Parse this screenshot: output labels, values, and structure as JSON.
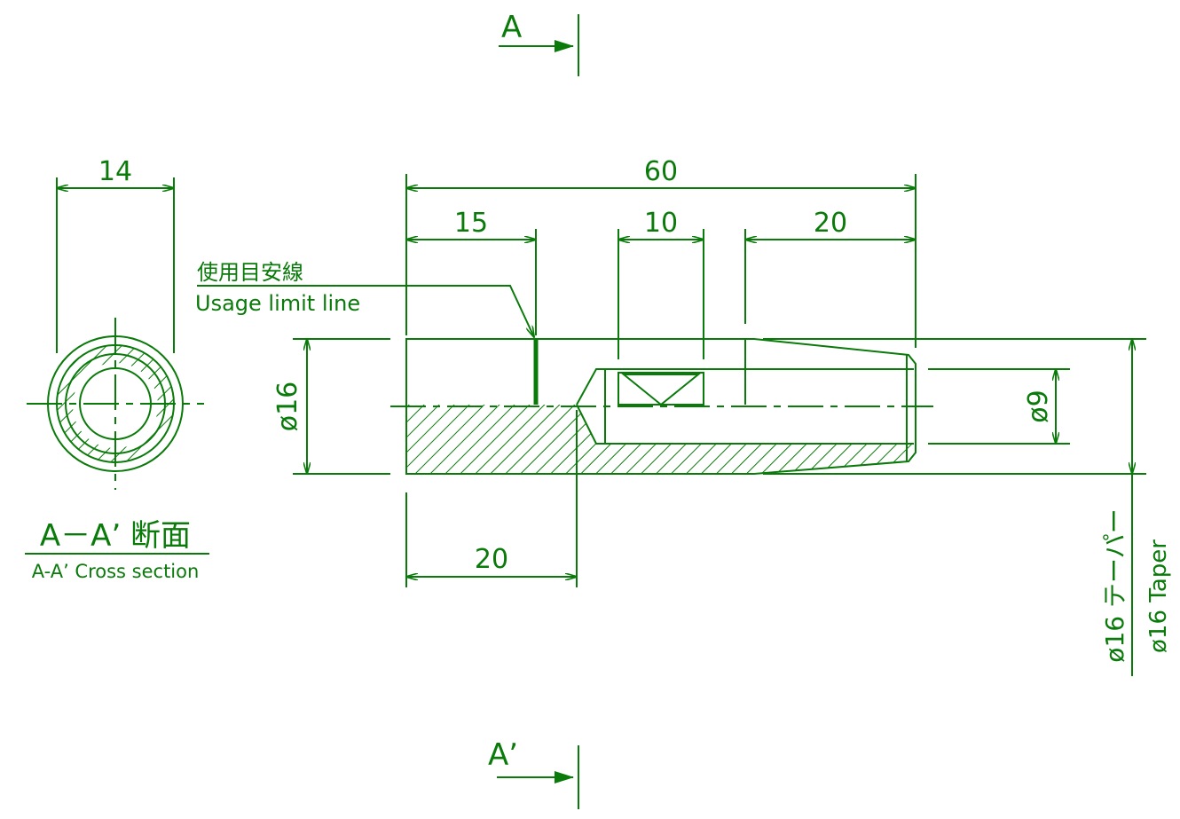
{
  "section_marks": {
    "top": "A",
    "bottom": "A’"
  },
  "dimensions": {
    "overall_length": "60",
    "usage_length": "15",
    "groove_width": "10",
    "taper_length": "20",
    "body_diameter": "ø16",
    "bore_diameter": "ø9",
    "hatched_length": "20",
    "section_width": "14"
  },
  "labels": {
    "usage_limit_jp": "使用目安線",
    "usage_limit_en": "Usage limit line",
    "taper_jp": "ø16 テーパー",
    "taper_en": "ø16 Taper"
  },
  "section_view": {
    "title_jp": "A－A’ 断面",
    "title_en": "A-A’ Cross section"
  },
  "colors": {
    "line": "#0a7a0a",
    "background": "#ffffff"
  }
}
